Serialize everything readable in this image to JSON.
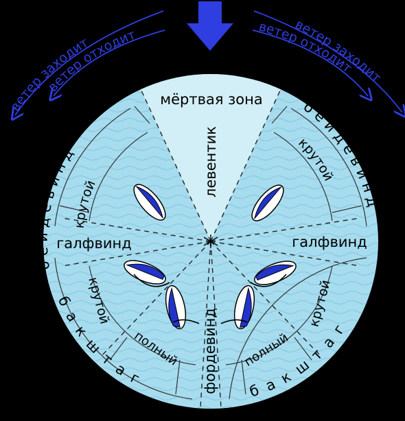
{
  "labels": {
    "dead_zone": "мёртвая зона",
    "leventik": "левентик",
    "beideving": "бейдевинд",
    "krutoy": "крутой",
    "galfvind": "галфвинд",
    "baksztag": "бакштаг",
    "polny": "полный",
    "fordevind": "фордевинд"
  },
  "wind_labels": {
    "wind_in": "ветер заходит",
    "wind_out": "ветер отходит"
  },
  "colors": {
    "background": "#000000",
    "water": "#a7dcee",
    "water_wave": "#8ecde4",
    "dead_zone": "#d2eef6",
    "arrow": "#2f3ee0",
    "sail": "#2233cc",
    "hull": "#ffffff"
  },
  "icons": {
    "wind_arrow": "down-arrow-icon",
    "boat": "sailboat-icon"
  }
}
